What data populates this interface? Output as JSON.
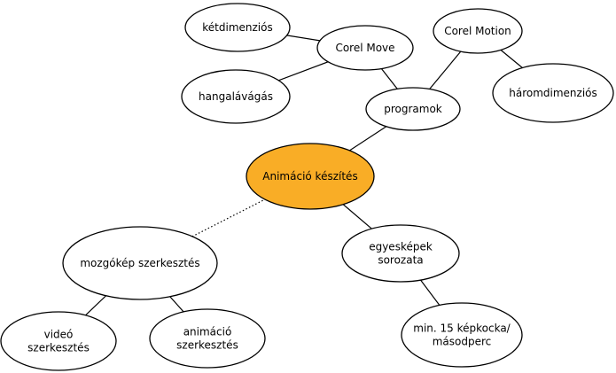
{
  "diagram": {
    "accent_color": "#f9ad26",
    "nodes": {
      "center": {
        "lines": [
          "Animáció készítés"
        ]
      },
      "programok": {
        "lines": [
          "programok"
        ]
      },
      "corel_move": {
        "lines": [
          "Corel Move"
        ]
      },
      "corel_motion": {
        "lines": [
          "Corel Motion"
        ]
      },
      "ketdimenzios": {
        "lines": [
          "kétdimenziós"
        ]
      },
      "hangalavagas": {
        "lines": [
          "hangalávágás"
        ]
      },
      "haromdimenzios": {
        "lines": [
          "háromdimenziós"
        ]
      },
      "egyeskepek": {
        "lines": [
          "egyesképek",
          "sorozata"
        ]
      },
      "min15": {
        "lines": [
          "min. 15 képkocka/",
          "másodperc"
        ]
      },
      "mozgokep": {
        "lines": [
          "mozgókép szerkesztés"
        ]
      },
      "video": {
        "lines": [
          "videó",
          "szerkesztés"
        ]
      },
      "animacio": {
        "lines": [
          "animáció",
          "szerkesztés"
        ]
      }
    },
    "edges": [
      {
        "from": "center",
        "to": "programok",
        "style": "solid"
      },
      {
        "from": "programok",
        "to": "corel_move",
        "style": "solid"
      },
      {
        "from": "programok",
        "to": "corel_motion",
        "style": "solid"
      },
      {
        "from": "corel_move",
        "to": "ketdimenzios",
        "style": "solid"
      },
      {
        "from": "corel_move",
        "to": "hangalavagas",
        "style": "solid"
      },
      {
        "from": "corel_motion",
        "to": "haromdimenzios",
        "style": "solid"
      },
      {
        "from": "center",
        "to": "egyeskepek",
        "style": "solid"
      },
      {
        "from": "egyeskepek",
        "to": "min15",
        "style": "solid"
      },
      {
        "from": "center",
        "to": "mozgokep",
        "style": "dotted"
      },
      {
        "from": "mozgokep",
        "to": "video",
        "style": "solid"
      },
      {
        "from": "mozgokep",
        "to": "animacio",
        "style": "solid"
      }
    ]
  }
}
